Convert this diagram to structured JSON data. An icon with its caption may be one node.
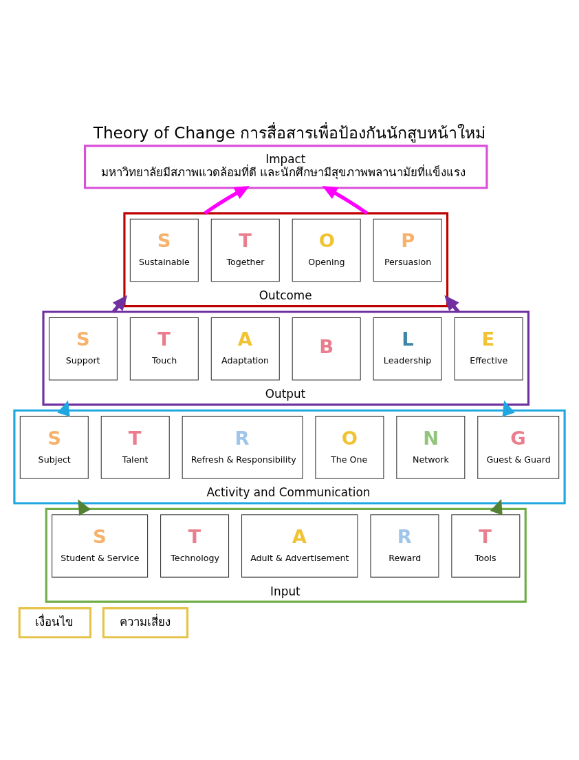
{
  "diagram": {
    "title": "Theory of Change การสื่อสารเพื่อป้องกันนักสูบหน้าใหม่",
    "nodes": [
      {
        "text": [
          "Impact",
          "มหาวิทยาลัยมีสภาพแวดล้อมที่ดี และนักศึกษามีสุขภาพพลานามัยที่แข็งแรง"
        ]
      },
      {
        "text": [
          "Outcome"
        ]
      },
      {
        "text": [
          "S",
          "Sustainable"
        ],
        "in": 1
      },
      {
        "text": [
          "T",
          "Together"
        ],
        "in": 1
      },
      {
        "text": [
          "O",
          "Opening"
        ],
        "in": 1
      },
      {
        "text": [
          "P",
          "Persuasion"
        ],
        "in": 1
      },
      {
        "text": [
          "Output"
        ]
      },
      {
        "text": [
          "S",
          "Support"
        ],
        "in": 6
      },
      {
        "text": [
          "T",
          "Touch"
        ],
        "in": 6
      },
      {
        "text": [
          "A",
          "Adaptation"
        ],
        "in": 6
      },
      {
        "text": [
          "B"
        ],
        "in": 6
      },
      {
        "text": [
          "L",
          "Leadership"
        ],
        "in": 6
      },
      {
        "text": [
          "E",
          "Effective"
        ],
        "in": 6
      },
      {
        "text": [
          "Activity and Communication"
        ]
      },
      {
        "text": [
          "S",
          "Subject"
        ],
        "in": 13
      },
      {
        "text": [
          "T",
          "Talent"
        ],
        "in": 13
      },
      {
        "text": [
          "R",
          "Refresh & Responsibility"
        ],
        "in": 13
      },
      {
        "text": [
          "O",
          "The One"
        ],
        "in": 13
      },
      {
        "text": [
          "N",
          "Network"
        ],
        "in": 13
      },
      {
        "text": [
          "G",
          "Guest & Guard"
        ],
        "in": 13
      },
      {
        "text": [
          "Input"
        ]
      },
      {
        "text": [
          "S",
          "Student & Service"
        ],
        "in": 20
      },
      {
        "text": [
          "T",
          "Technology"
        ],
        "in": 20
      },
      {
        "text": [
          "A",
          "Adult & Advertisement"
        ],
        "in": 20
      },
      {
        "text": [
          "R",
          "Reward"
        ],
        "in": 20
      },
      {
        "text": [
          "T",
          "Tools"
        ],
        "in": 20
      },
      {
        "text": [
          "เงื่อนไข"
        ]
      },
      {
        "text": [
          "ความเสี่ยง"
        ]
      }
    ],
    "edges": [
      {
        "from": 20,
        "to": 13,
        "arrow": "to",
        "color": "#548235"
      },
      {
        "from": 20,
        "to": 13,
        "arrow": "to",
        "color": "#548235"
      },
      {
        "from": 13,
        "to": 6,
        "arrow": "to",
        "color": "#1ea7e1"
      },
      {
        "from": 13,
        "to": 6,
        "arrow": "to",
        "color": "#1ea7e1"
      },
      {
        "from": 6,
        "to": 1,
        "arrow": "to",
        "color": "#7030a0"
      },
      {
        "from": 6,
        "to": 1,
        "arrow": "to",
        "color": "#7030a0"
      },
      {
        "from": 1,
        "to": 0,
        "arrow": "to",
        "color": "#ff00ff"
      },
      {
        "from": 1,
        "to": 0,
        "arrow": "to",
        "color": "#ff00ff"
      }
    ]
  }
}
